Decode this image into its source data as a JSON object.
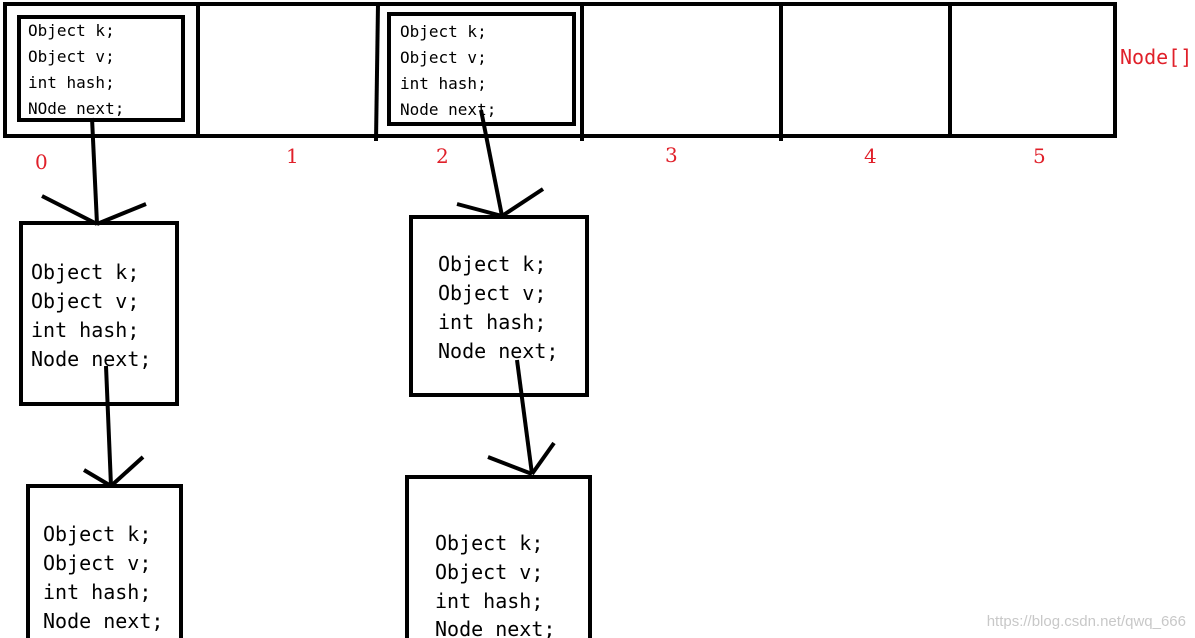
{
  "array": {
    "label": "Node[]",
    "indices": [
      "0",
      "1",
      "2",
      "3",
      "4",
      "5"
    ]
  },
  "slot_nodes": {
    "slot0": [
      "Object k;",
      "Object v;",
      "int hash;",
      "NOde next;"
    ],
    "slot2": [
      "Object k;",
      "Object v;",
      "int hash;",
      "Node next;"
    ]
  },
  "chain_nodes": {
    "chain0_level1": [
      "Object k;",
      "Object v;",
      "int hash;",
      "Node next;"
    ],
    "chain0_level2": [
      "Object k;",
      "Object v;",
      "int hash;",
      "Node next;"
    ],
    "chain2_level1": [
      "Object k;",
      "Object v;",
      "int hash;",
      "Node next;"
    ],
    "chain2_level2": [
      "Object k;",
      "Object v;",
      "int hash;",
      "Node next;"
    ]
  },
  "watermark": "https://blog.csdn.net/qwq_666",
  "colors": {
    "stroke": "#000000",
    "label": "#e0202a",
    "watermark": "#c8c8c8"
  }
}
